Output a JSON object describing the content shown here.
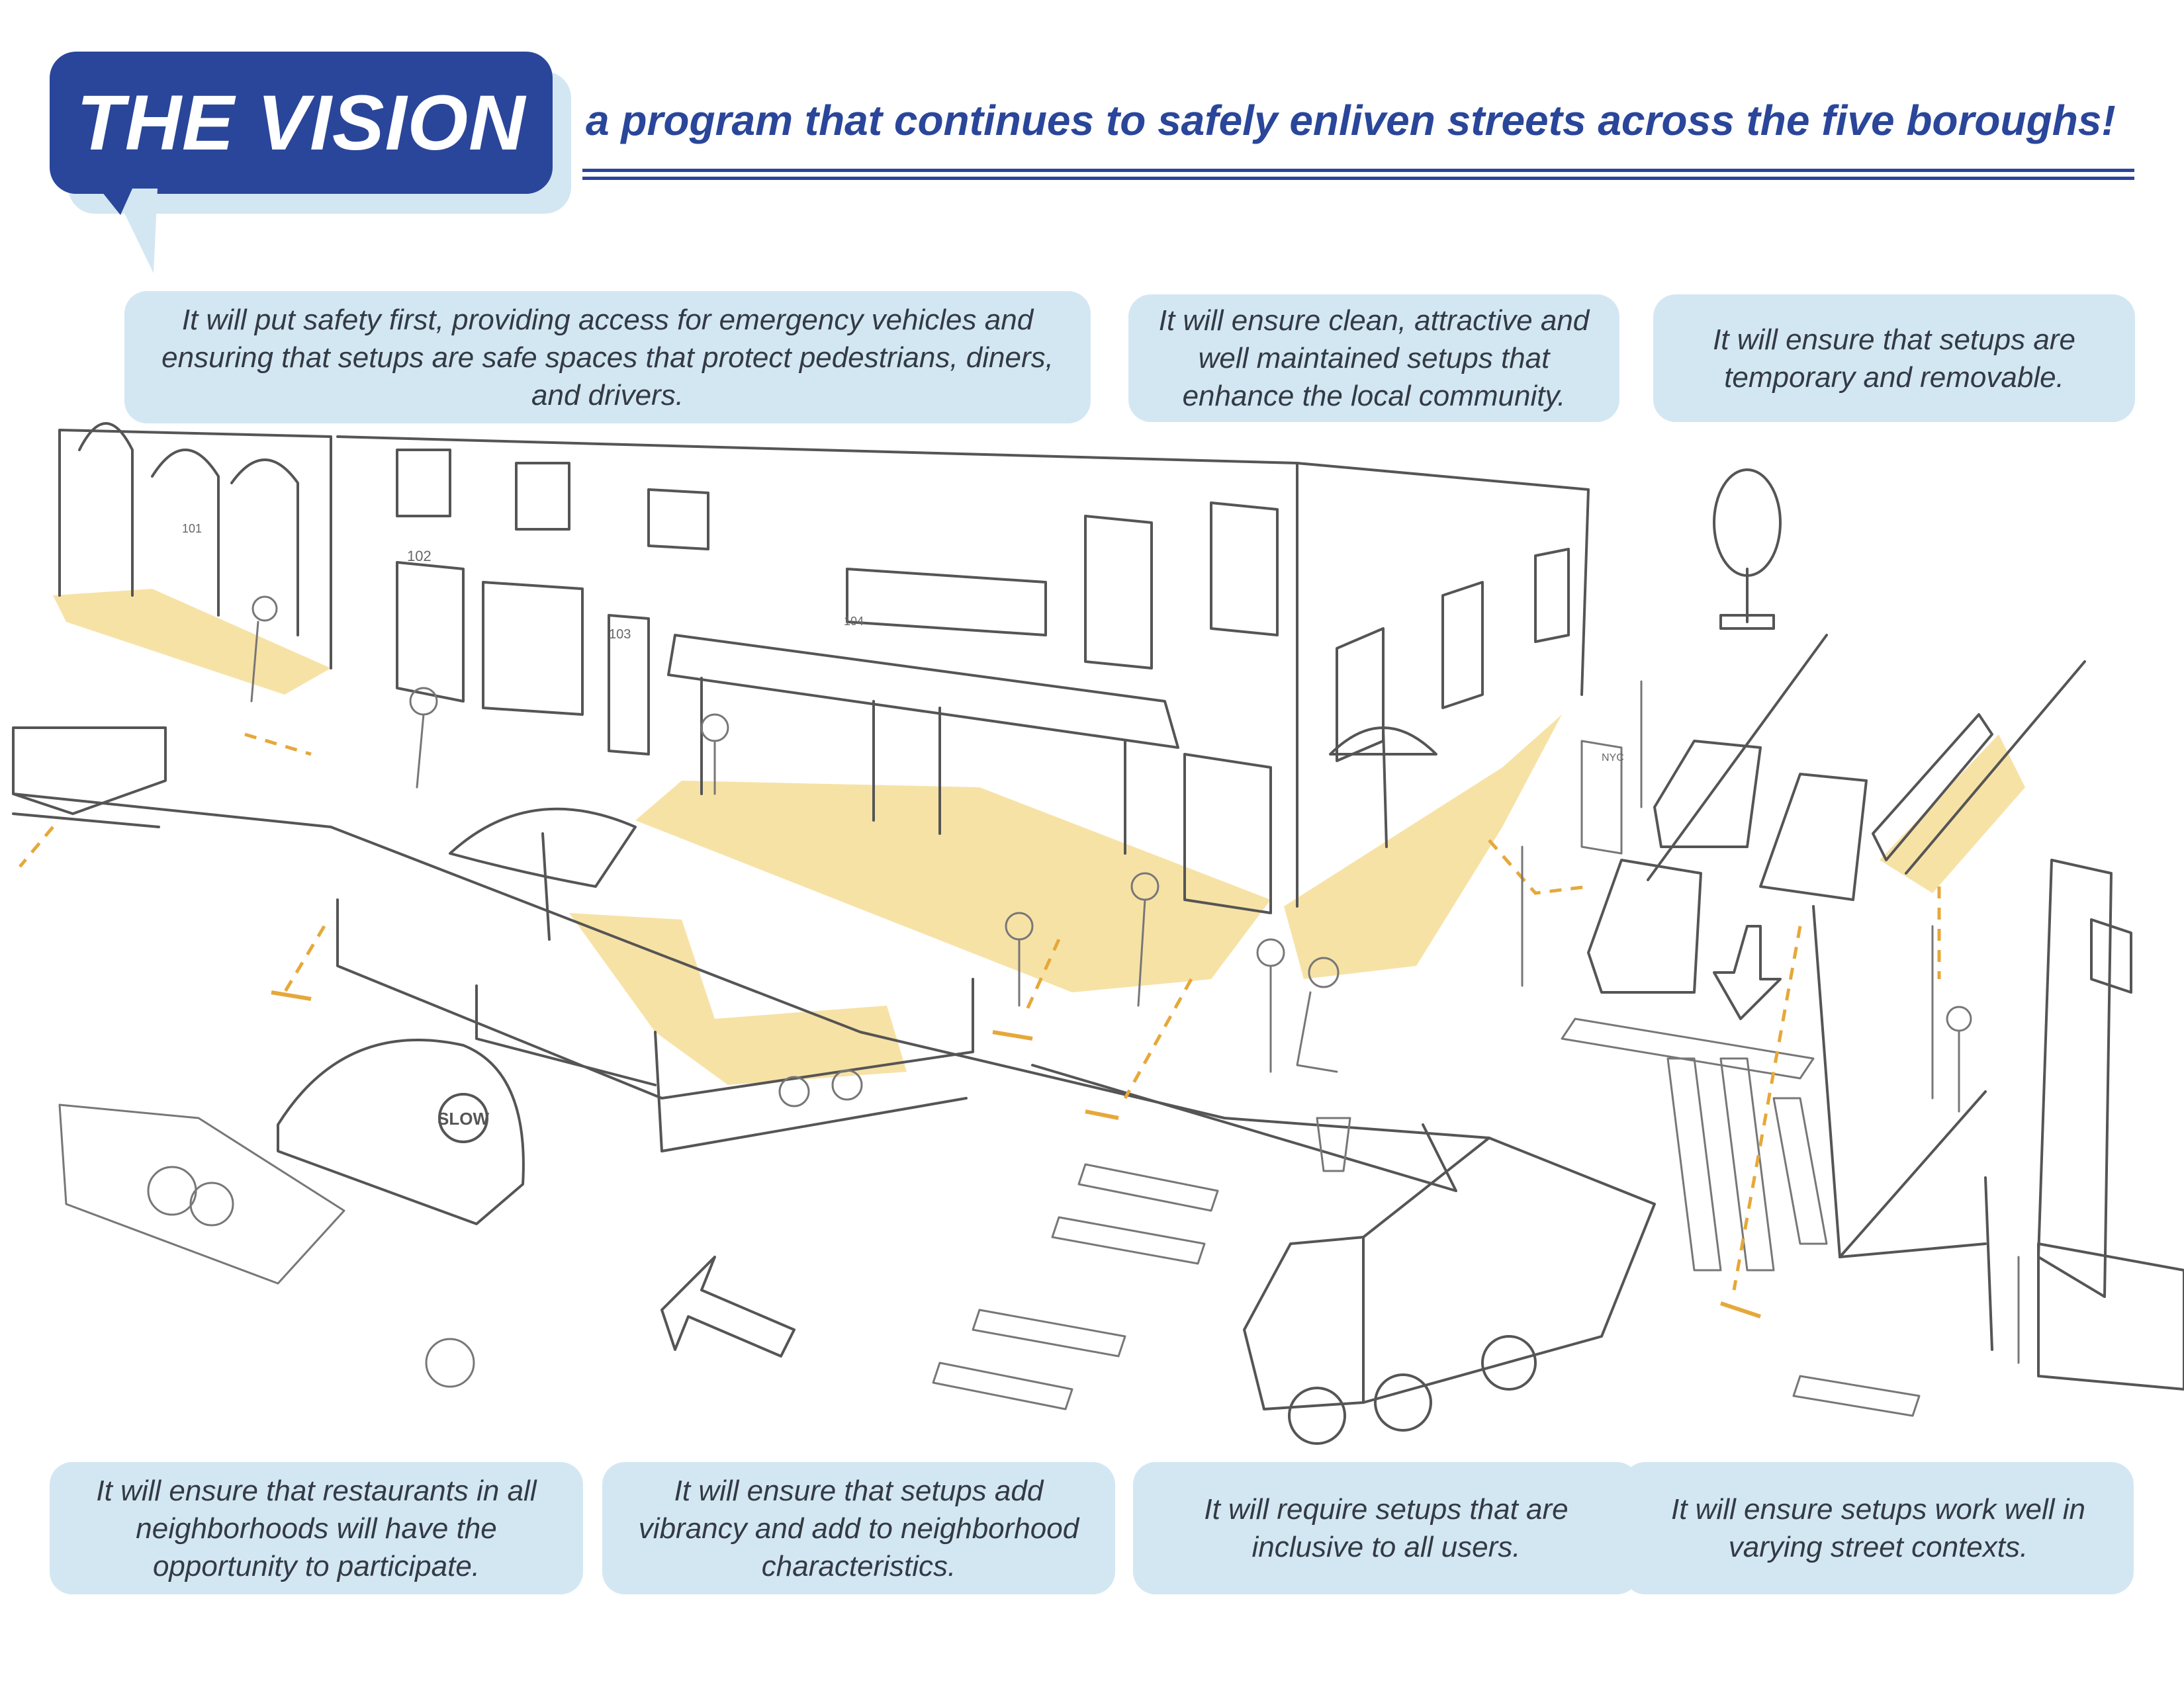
{
  "header": {
    "title": "THE VISION",
    "subtitle": "a program that continues to safely enliven streets across the five boroughs!"
  },
  "goals_top": [
    "It will put safety first, providing access for emergency vehicles and ensuring that setups are safe spaces that  protect pedestrians, diners, and drivers.",
    "It will ensure clean, attractive and well maintained setups that enhance the local community.",
    "It will ensure that setups are temporary and removable."
  ],
  "goals_bottom": [
    "It will ensure that restaurants in all neighborhoods will have the opportunity to participate.",
    "It will ensure that setups add vibrancy and add to neighborhood characteristics.",
    "It will require setups that are inclusive to all users.",
    "It will ensure setups work well in varying street contexts."
  ],
  "illustration": {
    "building_numbers": [
      "101",
      "102",
      "103",
      "104"
    ],
    "sign_text": [
      "SLOW",
      "NYC"
    ]
  },
  "colors": {
    "brand_blue": "#2a469a",
    "box_light_blue": "#d3e7f3",
    "zone_yellow": "#f7e2a6",
    "dash_orange": "#e6a83a"
  }
}
